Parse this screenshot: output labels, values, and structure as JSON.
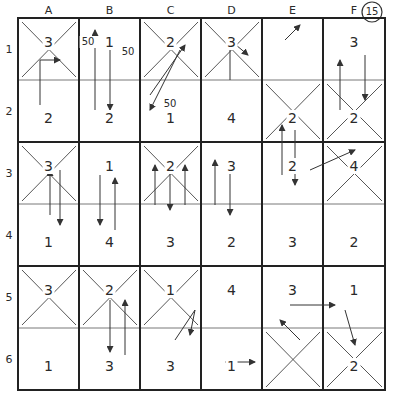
{
  "diagram": {
    "labels": [
      "A",
      "B",
      "C",
      "D",
      "E",
      "F",
      "1",
      "2",
      "3",
      "4",
      "5",
      "6",
      "15",
      "3",
      "1",
      "2",
      "3",
      "3",
      "2",
      "2",
      "1",
      "4",
      "2",
      "2",
      "3",
      "1",
      "2",
      "3",
      "2",
      "4",
      "1",
      "4",
      "3",
      "2",
      "3",
      "2",
      "3",
      "2",
      "1",
      "4",
      "3",
      "1",
      "1",
      "3",
      "3",
      "1",
      "2",
      "50",
      "50",
      "50"
    ]
  }
}
